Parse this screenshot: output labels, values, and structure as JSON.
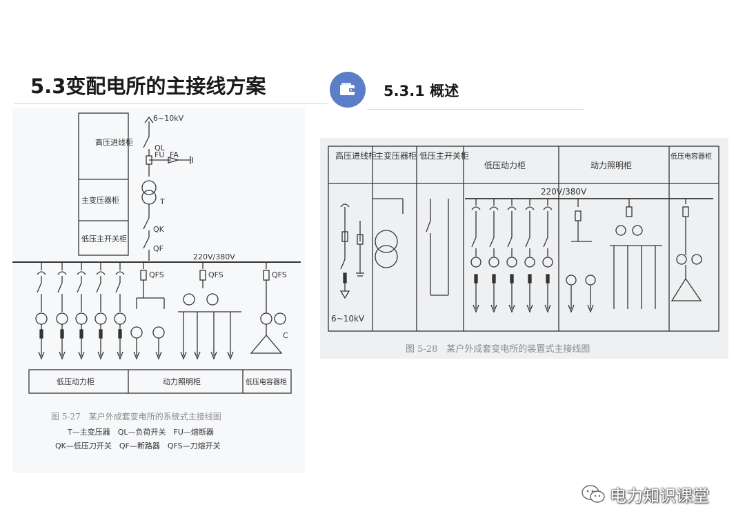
{
  "slide": {
    "title": "5.3变配电所的主接线方案",
    "subtitle": "5.3.1 概述",
    "badge_color": "#5b7ec9"
  },
  "figure_left": {
    "voltage_in": "6~10kV",
    "busbar_label": "220V/380V",
    "cabinets_top": [
      "高压进线柜",
      "主变压器柜",
      "低压主开关柜"
    ],
    "cabinets_bottom": [
      "低压动力柜",
      "动力照明柜",
      "低压电容器柜"
    ],
    "symbols": {
      "ql": "QL",
      "fu": "FU",
      "fa": "FA",
      "t": "T",
      "qk": "QK",
      "qf": "QF",
      "qfs": "QFS",
      "c": "C"
    },
    "caption": "图 5-27　某户外成套变电所的系统式主接线图",
    "legend": [
      "T—主变压器　QL—负荷开关　FU—熔断器",
      "QK—低压刀开关　QF—断路器　QFS—刀熔开关"
    ]
  },
  "figure_right": {
    "header": [
      "高压进线柜",
      "主变压器柜",
      "低压主开关柜",
      "低压动力柜",
      "动力照明柜",
      "低压电容器柜"
    ],
    "busbar_label": "220V/380V",
    "voltage_in": "6~10kV",
    "caption": "图 5-28　某户外成套变电所的装置式主接线图"
  },
  "watermark": {
    "text": "电力知识课堂"
  }
}
